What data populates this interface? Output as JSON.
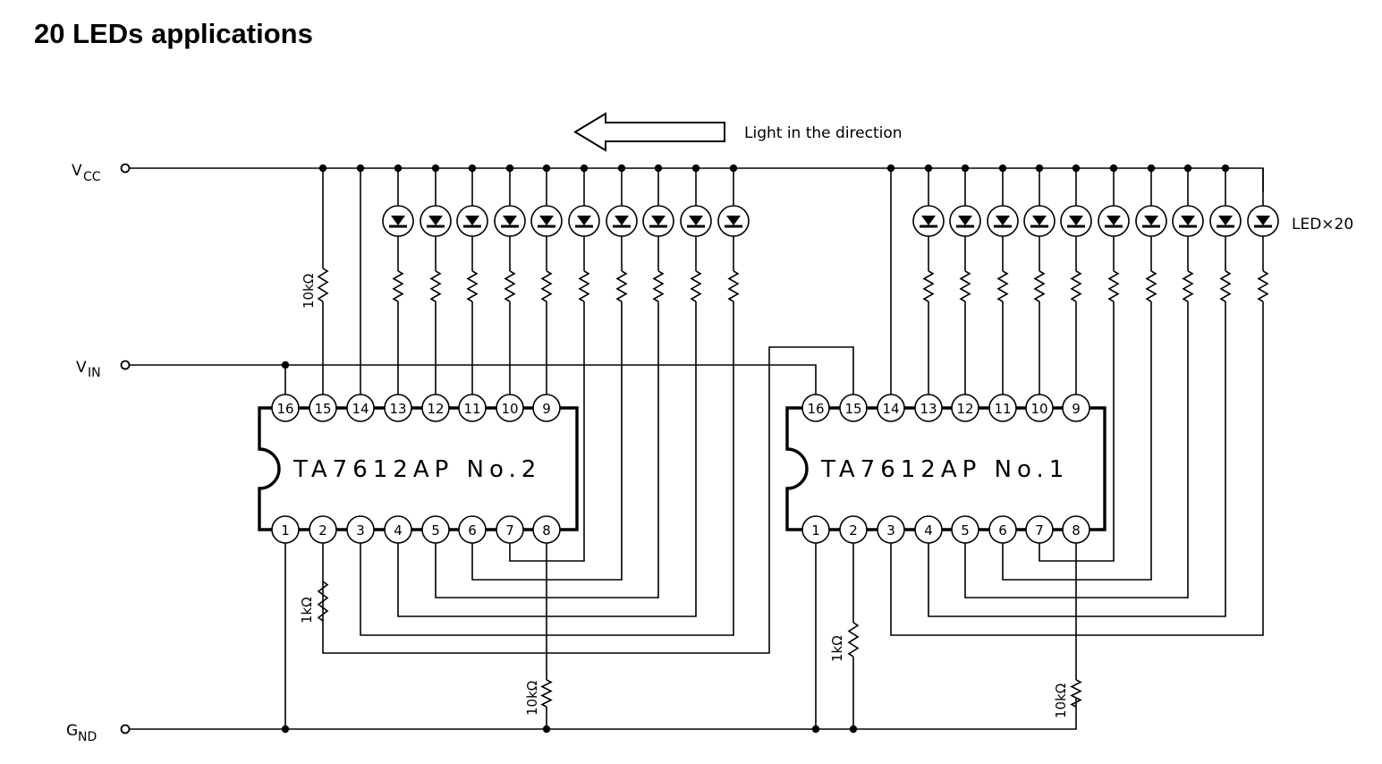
{
  "title": "20 LEDs applications",
  "direction_label": "Light in the direction",
  "led_count_label": "LED×20",
  "terminals": {
    "vcc": {
      "main": "V",
      "sub": "CC"
    },
    "vin": {
      "main": "V",
      "sub": "IN"
    },
    "gnd": {
      "main": "G",
      "sub": "ND"
    }
  },
  "chips": [
    {
      "id": "no2",
      "part": "TA7612AP",
      "suffix": "No.2"
    },
    {
      "id": "no1",
      "part": "TA7612AP",
      "suffix": "No.1"
    }
  ],
  "top_pins": [
    "16",
    "15",
    "14",
    "13",
    "12",
    "11",
    "10",
    "9"
  ],
  "bottom_pins": [
    "1",
    "2",
    "3",
    "4",
    "5",
    "6",
    "7",
    "8"
  ],
  "resistors": {
    "no2_pin15_pullup": "10kΩ",
    "no2_pin2": "1kΩ",
    "no2_pin8": "10kΩ",
    "no1_pin2": "1kΩ",
    "no1_pin8": "10kΩ"
  },
  "leds_per_chip": 10,
  "icons": {
    "direction": "left-arrow-icon",
    "led": "led-diode-icon",
    "resistor": "resistor-zigzag-icon",
    "terminal": "open-circle-terminal-icon"
  }
}
